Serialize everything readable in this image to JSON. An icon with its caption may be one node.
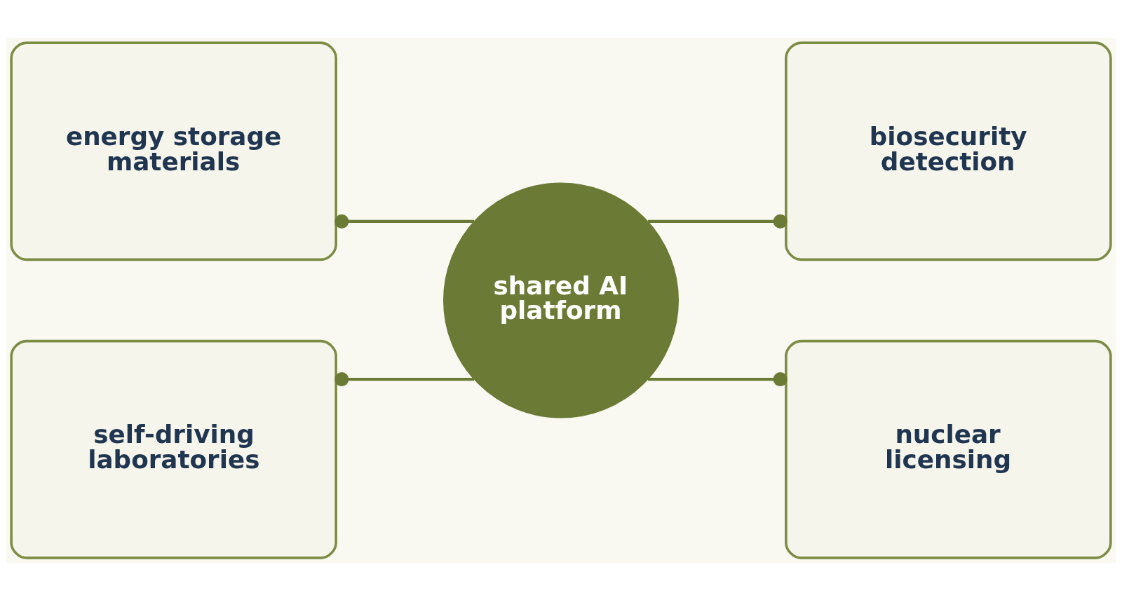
{
  "diagram": {
    "nodes": [
      {
        "text": [
          "energy storage materials"
        ]
      },
      {
        "text": [
          "biosecurity detection"
        ]
      },
      {
        "text": [
          "shared AI platform"
        ]
      },
      {
        "text": [
          "self-driving laboratories"
        ]
      },
      {
        "text": [
          "nuclear licensing"
        ]
      }
    ],
    "edges": [
      {
        "from": 2,
        "to": 0,
        "arrow": "other"
      },
      {
        "from": 2,
        "to": 1,
        "arrow": "other"
      },
      {
        "from": 2,
        "to": 3,
        "arrow": "other"
      },
      {
        "from": 2,
        "to": 4,
        "arrow": "other"
      }
    ]
  }
}
